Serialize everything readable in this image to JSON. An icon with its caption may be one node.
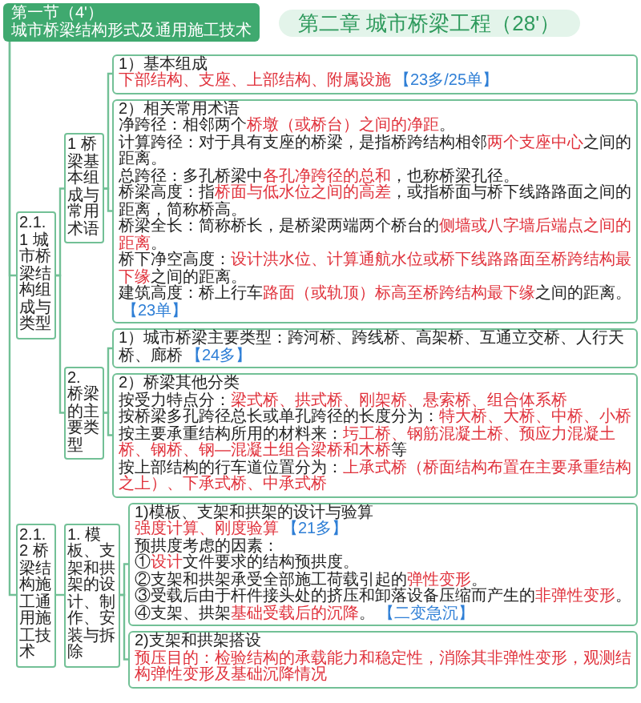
{
  "diagram": {
    "title": "第二章 城市桥梁工程（28'）",
    "nodes": [
      {
        "text": [
          "第一节（4'）",
          "城市桥梁结构形式及通用施工技术"
        ]
      },
      {
        "text": [
          "2.1.1 城市桥梁结构组成与类型"
        ]
      },
      {
        "text": [
          "1 桥梁基本组成与常用术语"
        ]
      },
      {
        "text": [
          "1）基本组成",
          "下部结构、支座、上部结构、附属设施",
          "【23多/25单】"
        ]
      },
      {
        "text": [
          "2）相关常用术语",
          "净跨径：相邻两个**桥墩（或桥台）之间的净距**。",
          "计算跨径：对于具有支座的桥梁，是指桥跨结构相邻**两个支座中心**之间的距离。",
          "总跨径：多孔桥梁中**各孔净跨径的总和**，也称桥梁孔径。",
          "桥梁高度：指**桥面与低水位之间的高差**，或指桥面与桥下线路路面之间的距离，简称桥高。",
          "桥梁全长：简称桥长，是桥梁两端两个桥台的**侧墙或八字墙后端点之间的距离**。",
          "桥下净空高度：**设计洪水位、计算通航水位或桥下线路路面至桥跨结构最下缘**之间的距离。",
          "建筑高度：桥上行车**路面（或轨顶）标高至桥跨结构最下缘**之间的距离。",
          "【23单】"
        ]
      },
      {
        "text": [
          "2. 桥梁的主要类型"
        ]
      },
      {
        "text": [
          "1）城市桥梁主要类型：跨河桥、跨线桥、高架桥、互通立交桥、人行天桥、廊桥",
          "【24多】"
        ]
      },
      {
        "text": [
          "2）桥梁其他分类",
          "按受力特点分：**梁式桥、拱式桥、刚架桥、悬索桥、组合体系桥**",
          "按桥梁多孔跨径总长或单孔跨径的长度分为：**特大桥、大桥、中桥、小桥**",
          "按主要承重结构所用的材料来：**圬工桥、钢筋混凝土桥、预应力混凝土桥、钢桥、钢—混凝土组合梁桥和木桥**等",
          "按上部结构的行车道位置分为：**上承式桥（桥面结构布置在主要承重结构之上）、下承式桥、中承式桥**"
        ]
      },
      {
        "text": [
          "2.1.2 桥梁结构施工通用施工技术"
        ]
      },
      {
        "text": [
          "1. 模板、支架和拱架的设计、制作、安装与拆除"
        ]
      },
      {
        "text": [
          "1)模板、支架和拱架的设计与验算",
          "强度计算、刚度验算",
          "【21多】",
          "预拱度考虑的因素：",
          "①**设计**文件要求的结构预拱度。",
          "②支架和拱架承受全部施工荷载引起的**弹性变形**。",
          "③受载后由于杆件接头处的挤压和卸落设备压缩而产生的**非弹性变形**。",
          "④支架、拱架**基础受载后的沉降**。",
          "【二变急沉】"
        ]
      },
      {
        "text": [
          "2)支架和拱架搭设",
          "预压目的：检验结构的承载能力和稳定性，消除其非弹性变形，观测结构弹性变形及基础沉降情况"
        ]
      }
    ],
    "edges": [
      {
        "from": 0,
        "to": 1,
        "arrow": "none"
      },
      {
        "from": 0,
        "to": 8,
        "arrow": "none"
      },
      {
        "from": 1,
        "to": 2,
        "arrow": "none"
      },
      {
        "from": 1,
        "to": 5,
        "arrow": "none"
      },
      {
        "from": 2,
        "to": 3,
        "arrow": "none"
      },
      {
        "from": 2,
        "to": 4,
        "arrow": "none"
      },
      {
        "from": 5,
        "to": 6,
        "arrow": "none"
      },
      {
        "from": 5,
        "to": 7,
        "arrow": "none"
      },
      {
        "from": 8,
        "to": 9,
        "arrow": "none"
      },
      {
        "from": 9,
        "to": 10,
        "arrow": "none"
      },
      {
        "from": 9,
        "to": 11,
        "arrow": "none"
      }
    ]
  }
}
